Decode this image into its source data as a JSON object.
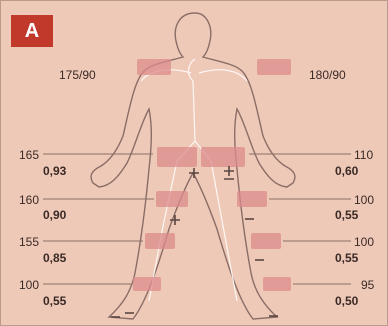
{
  "panel_label": "A",
  "arm_pressures": {
    "right_arm": "175/90",
    "left_arm": "180/90"
  },
  "measurements": {
    "left_side": [
      {
        "pressure": "165",
        "index": "0,93"
      },
      {
        "pressure": "160",
        "index": "0,90"
      },
      {
        "pressure": "155",
        "index": "0,85"
      },
      {
        "pressure": "100",
        "index": "0,55"
      }
    ],
    "right_side": [
      {
        "pressure": "110",
        "index": "0,60"
      },
      {
        "pressure": "100",
        "index": "0,55"
      },
      {
        "pressure": "100",
        "index": "0,55"
      },
      {
        "pressure": "95",
        "index": "0,50"
      }
    ]
  },
  "colors": {
    "background": "#efc9b8",
    "cuff_band": "#dc8c8c",
    "outline": "#8a6e66",
    "badge": "#c0392b"
  }
}
